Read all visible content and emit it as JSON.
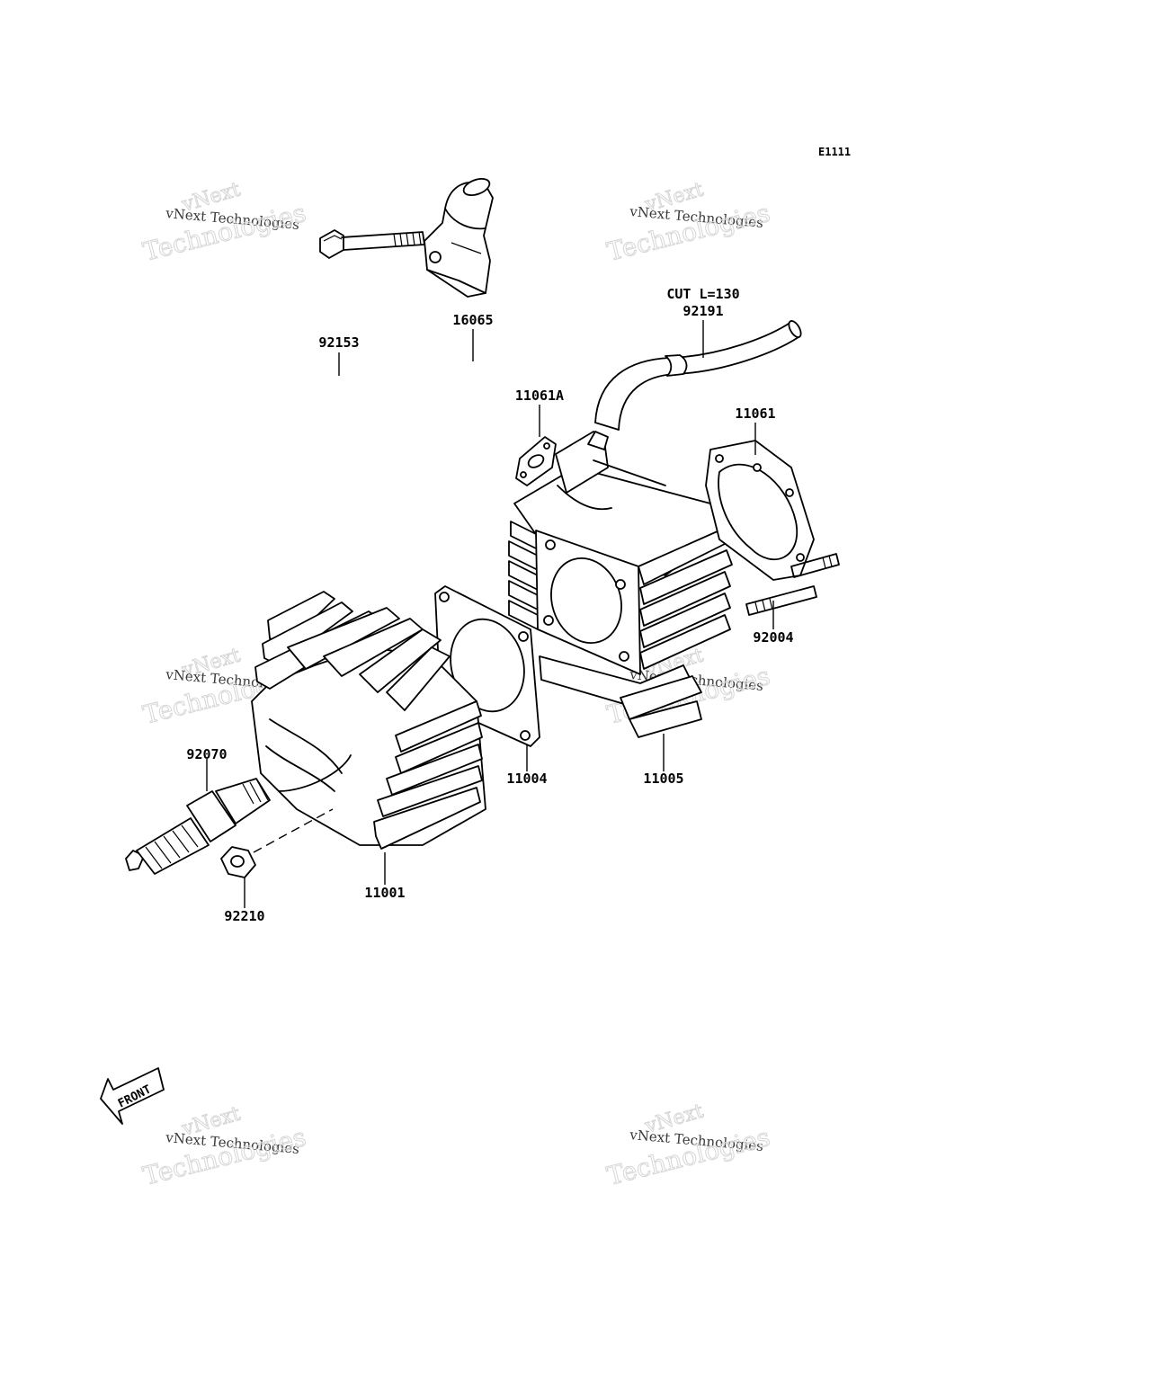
{
  "diagram_code": "E1111",
  "watermark": {
    "line1": "vNext",
    "line2": "vNext Technologies",
    "line3": "Technologies"
  },
  "front_label": "FRONT",
  "parts": {
    "bolt": "92153",
    "elbow": "16065",
    "gasket_small": "11061A",
    "hose_note": "CUT L=130",
    "hose": "92191",
    "gasket_cylinder": "11061",
    "stud": "92004",
    "head_gasket": "11004",
    "cylinder": "11005",
    "spark_plug": "92070",
    "nut": "92210",
    "head": "11001"
  }
}
